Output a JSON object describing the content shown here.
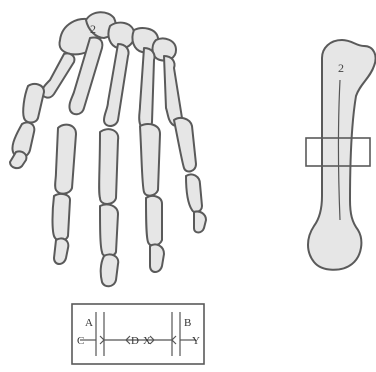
{
  "hand_figure": {
    "digit_marker": "2"
  },
  "bone_figure": {
    "marker": "2"
  },
  "measurement_key": {
    "label_a": "A",
    "label_b": "B",
    "label_c": "C",
    "label_d": "D",
    "label_x": "X",
    "label_y": "Y"
  }
}
